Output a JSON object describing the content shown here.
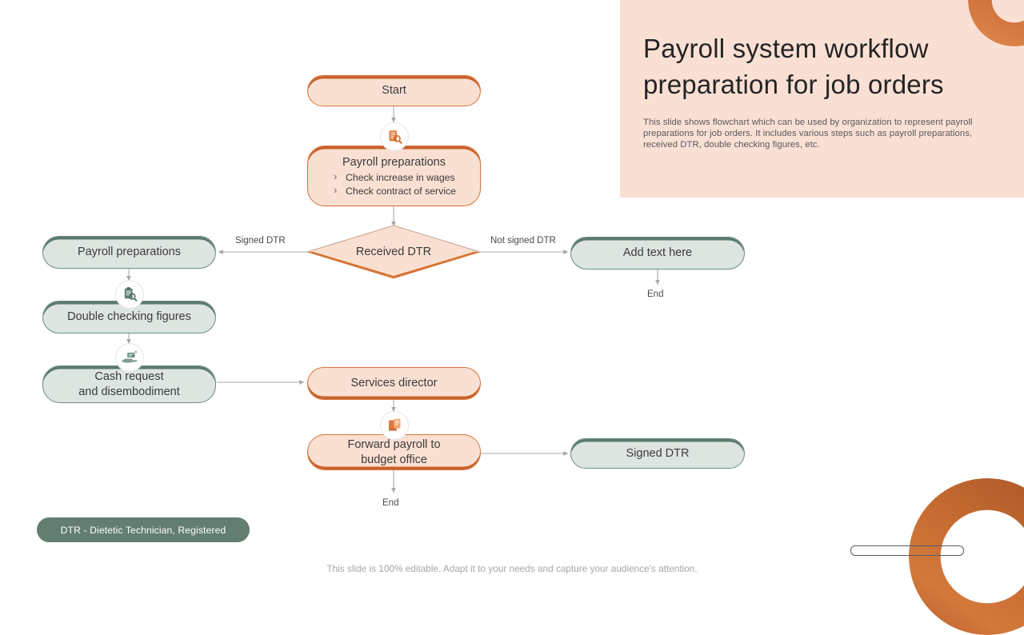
{
  "panel": {
    "title": "Payroll system workflow preparation for job orders",
    "description": "This slide shows flowchart which can be used by organization to represent payroll preparations for job orders. It includes various steps such as payroll preparations, received DTR,  double checking figures, etc.",
    "background_color": "#fae0d4",
    "accent_color": "#c4682f"
  },
  "theme": {
    "peach_fill": "#fae0d2",
    "peach_border": "#d9713a",
    "peach_shadow": "#c8632c",
    "sage_fill": "#dde5e1",
    "sage_border": "#6e8b80",
    "sage_shadow": "#5b7a6e",
    "legend_fill": "#637e70",
    "edge_color": "#a9a9a9"
  },
  "nodes": {
    "start": "Start",
    "payroll_preparations_main": {
      "heading": "Payroll preparations",
      "bullets": [
        "Check increase in wages",
        "Check contract of service"
      ]
    },
    "decision": "Received DTR",
    "payroll_preparations_left": "Payroll preparations",
    "double_checking": "Double checking figures",
    "cash_request_line1": "Cash request",
    "cash_request_line2": "and disembodiment",
    "add_text_here": "Add text here",
    "services_director": "Services director",
    "forward_payroll_line1": "Forward payroll to",
    "forward_payroll_line2": "budget office",
    "signed_dtr_node": "Signed DTR"
  },
  "edge_labels": {
    "signed_dtr": "Signed DTR",
    "not_signed_dtr": "Not signed DTR",
    "end_right": "End",
    "end_bottom": "End"
  },
  "icons": {
    "payroll_search": "invoice-search-icon",
    "clipboard_check": "clipboard-search-icon",
    "cash_hand": "hand-cash-icon",
    "document_transfer": "document-transfer-icon"
  },
  "legend": {
    "text": "DTR - Dietetic Technician,  Registered"
  },
  "footer": {
    "note": "This slide is 100% editable. Adapt it to your needs and capture your audience's attention."
  }
}
